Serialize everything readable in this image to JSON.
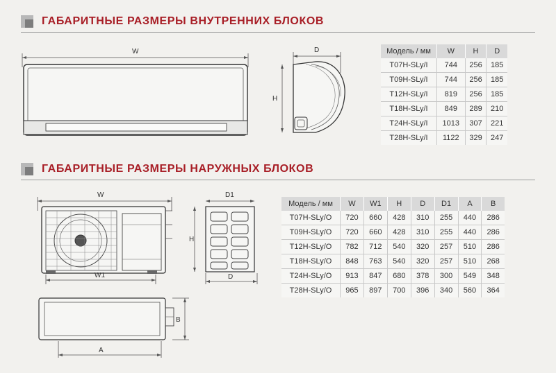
{
  "indoor": {
    "title": "ГАБАРИТНЫЕ РАЗМЕРЫ ВНУТРЕННИХ БЛОКОВ",
    "headers": [
      "Модель / мм",
      "W",
      "H",
      "D"
    ],
    "rows": [
      [
        "T07H-SLy/I",
        "744",
        "256",
        "185"
      ],
      [
        "T09H-SLy/I",
        "744",
        "256",
        "185"
      ],
      [
        "T12H-SLy/I",
        "819",
        "256",
        "185"
      ],
      [
        "T18H-SLy/I",
        "849",
        "289",
        "210"
      ],
      [
        "T24H-SLy/I",
        "1013",
        "307",
        "221"
      ],
      [
        "T28H-SLy/I",
        "1122",
        "329",
        "247"
      ]
    ],
    "dims": {
      "w": "W",
      "d": "D",
      "h": "H"
    }
  },
  "outdoor": {
    "title": "ГАБАРИТНЫЕ РАЗМЕРЫ НАРУЖНЫХ БЛОКОВ",
    "headers": [
      "Модель / мм",
      "W",
      "W1",
      "H",
      "D",
      "D1",
      "A",
      "B"
    ],
    "rows": [
      [
        "T07H-SLy/O",
        "720",
        "660",
        "428",
        "310",
        "255",
        "440",
        "286"
      ],
      [
        "T09H-SLy/O",
        "720",
        "660",
        "428",
        "310",
        "255",
        "440",
        "286"
      ],
      [
        "T12H-SLy/O",
        "782",
        "712",
        "540",
        "320",
        "257",
        "510",
        "286"
      ],
      [
        "T18H-SLy/O",
        "848",
        "763",
        "540",
        "320",
        "257",
        "510",
        "268"
      ],
      [
        "T24H-SLy/O",
        "913",
        "847",
        "680",
        "378",
        "300",
        "549",
        "348"
      ],
      [
        "T28H-SLy/O",
        "965",
        "897",
        "700",
        "396",
        "340",
        "560",
        "364"
      ]
    ],
    "dims": {
      "w": "W",
      "w1": "W1",
      "h": "H",
      "d": "D",
      "d1": "D1",
      "a": "A",
      "b": "B"
    }
  }
}
